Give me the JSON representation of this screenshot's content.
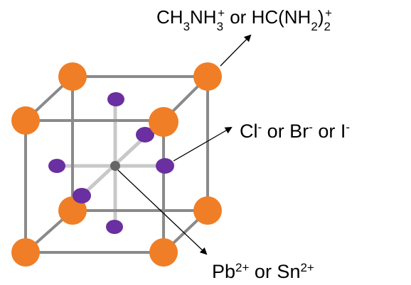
{
  "colors": {
    "background": "#ffffff",
    "edge": "#8a8a8a",
    "inner_line": "#c8c8c8",
    "a_site": "#f07e26",
    "x_site": "#6a2fa0",
    "b_site": "#666666",
    "arrow": "#000000"
  },
  "labels": {
    "a_site": {
      "part1": "CH",
      "sub1": "3",
      "part2": "NH",
      "sub2": "3",
      "sup1": "+",
      "part3": " or HC(NH",
      "sub3": "2",
      "part4": ")",
      "sub4": "2",
      "sup2": "+"
    },
    "x_site": {
      "cl": "Cl",
      "cl_sup": "-",
      "or1": " or Br",
      "br_sup": "-",
      "or2": " or I",
      "i_sup": "-"
    },
    "b_site": {
      "pb": "Pb",
      "pb_sup": "2+",
      "or": " or Sn",
      "sn_sup": "2+"
    }
  }
}
